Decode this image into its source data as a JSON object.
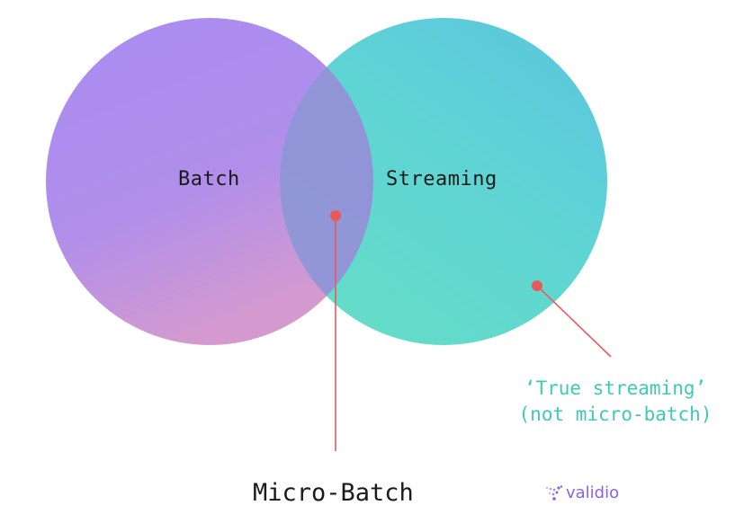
{
  "diagram": {
    "type": "venn",
    "sets": [
      {
        "id": "batch",
        "label": "Batch",
        "color_top": "#a98cf2",
        "color_bottom": "#d49ad0"
      },
      {
        "id": "streaming",
        "label": "Streaming",
        "color_top": "#5dc8dc",
        "color_bottom": "#62dccb"
      }
    ],
    "intersection": {
      "label": "Micro-Batch"
    },
    "annotations": [
      {
        "target": "streaming-only",
        "line1": "‘True streaming’",
        "line2": "(not micro-batch)",
        "color": "#3fc9b8"
      }
    ],
    "pointer_color": "#e85a5a",
    "logo": {
      "text": "validio",
      "color": "#8a62e8"
    }
  }
}
